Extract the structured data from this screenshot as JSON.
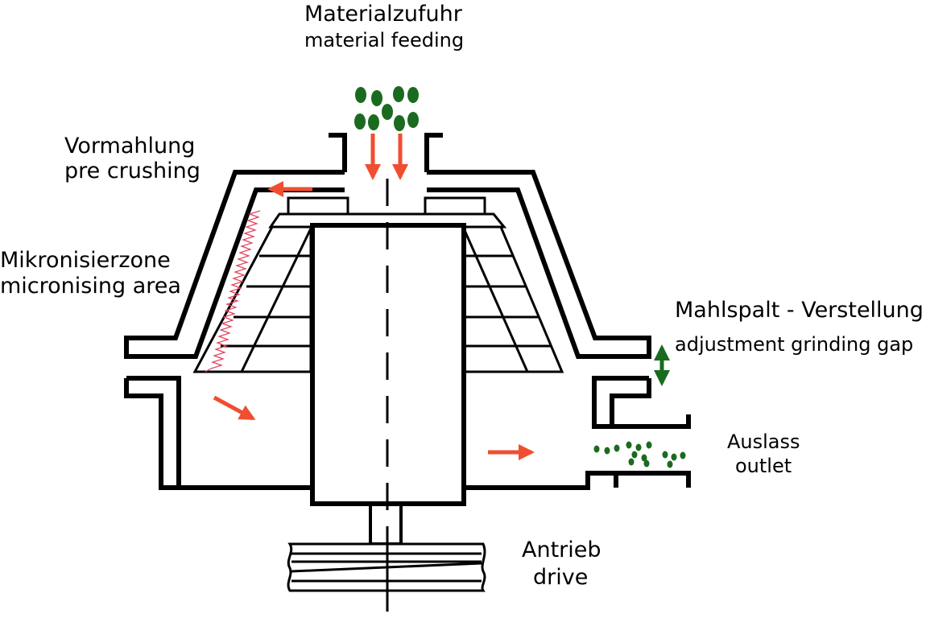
{
  "labels": {
    "material_feeding_de": "Materialzufuhr",
    "material_feeding_en": "material feeding",
    "pre_crushing_de": "Vormahlung",
    "pre_crushing_en": "pre crushing",
    "micronising_de": "Mikronisierzone",
    "micronising_en": "micronising area",
    "grinding_gap_de": "Mahlspalt - Verstellung",
    "grinding_gap_en": "adjustment grinding gap",
    "outlet_de": "Auslass",
    "outlet_en": "outlet",
    "drive_de": "Antrieb",
    "drive_en": "drive"
  },
  "colors": {
    "outline": "#000000",
    "flow_arrow": "#f04e30",
    "particle": "#1a6b1f",
    "adjust_arrow": "#1a6b1f",
    "zigzag": "#e0405a"
  }
}
